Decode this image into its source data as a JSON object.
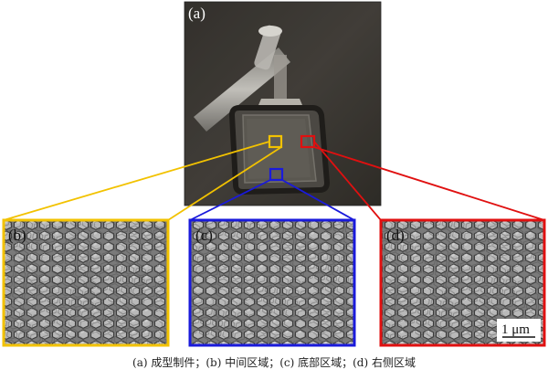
{
  "panels": {
    "a": {
      "label": "(a)"
    },
    "b": {
      "label": "(b)"
    },
    "c": {
      "label": "(c)"
    },
    "d": {
      "label": "(d)"
    }
  },
  "scale_bar": {
    "label": "1 μm"
  },
  "caption": "(a) 成型制件；(b) 中间区域；(c) 底部区域；(d) 右侧区域",
  "colors": {
    "yellow": "#f2c200",
    "blue": "#1a1adb",
    "red": "#e01010"
  }
}
